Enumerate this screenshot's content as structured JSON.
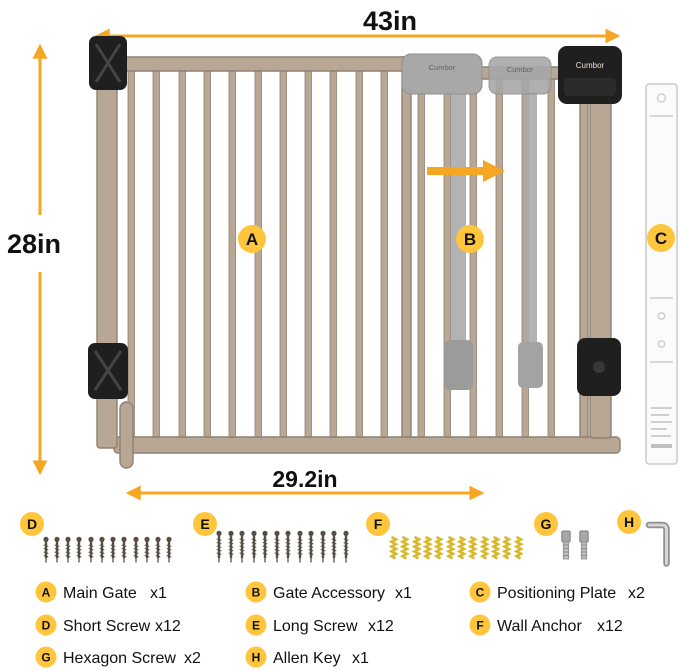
{
  "brand": "Cumbor",
  "dimensions": {
    "width_top": "43in",
    "height_left": "28in",
    "width_bottom": "29.2in"
  },
  "colors": {
    "accent_arrow": "#F5A623",
    "badge_yellow": "#FFC53D",
    "gate_tan": "#B9A795",
    "bracket_black": "#1F1F1F",
    "ghost_gray": "#A8A8A8",
    "anchor_yellow": "#D9B92C",
    "screw_bronze": "#574F45",
    "text_black": "#111111"
  },
  "legend": [
    {
      "key": "A",
      "name": "Main Gate",
      "qty": "x1"
    },
    {
      "key": "B",
      "name": "Gate Accessory",
      "qty": "x1"
    },
    {
      "key": "C",
      "name": "Positioning Plate",
      "qty": "x2"
    },
    {
      "key": "D",
      "name": "Short Screw",
      "qty": "x12"
    },
    {
      "key": "E",
      "name": "Long Screw",
      "qty": "x12"
    },
    {
      "key": "F",
      "name": "Wall Anchor",
      "qty": "x12"
    },
    {
      "key": "G",
      "name": "Hexagon Screw",
      "qty": "x2"
    },
    {
      "key": "H",
      "name": "Allen Key",
      "qty": "x1"
    }
  ]
}
